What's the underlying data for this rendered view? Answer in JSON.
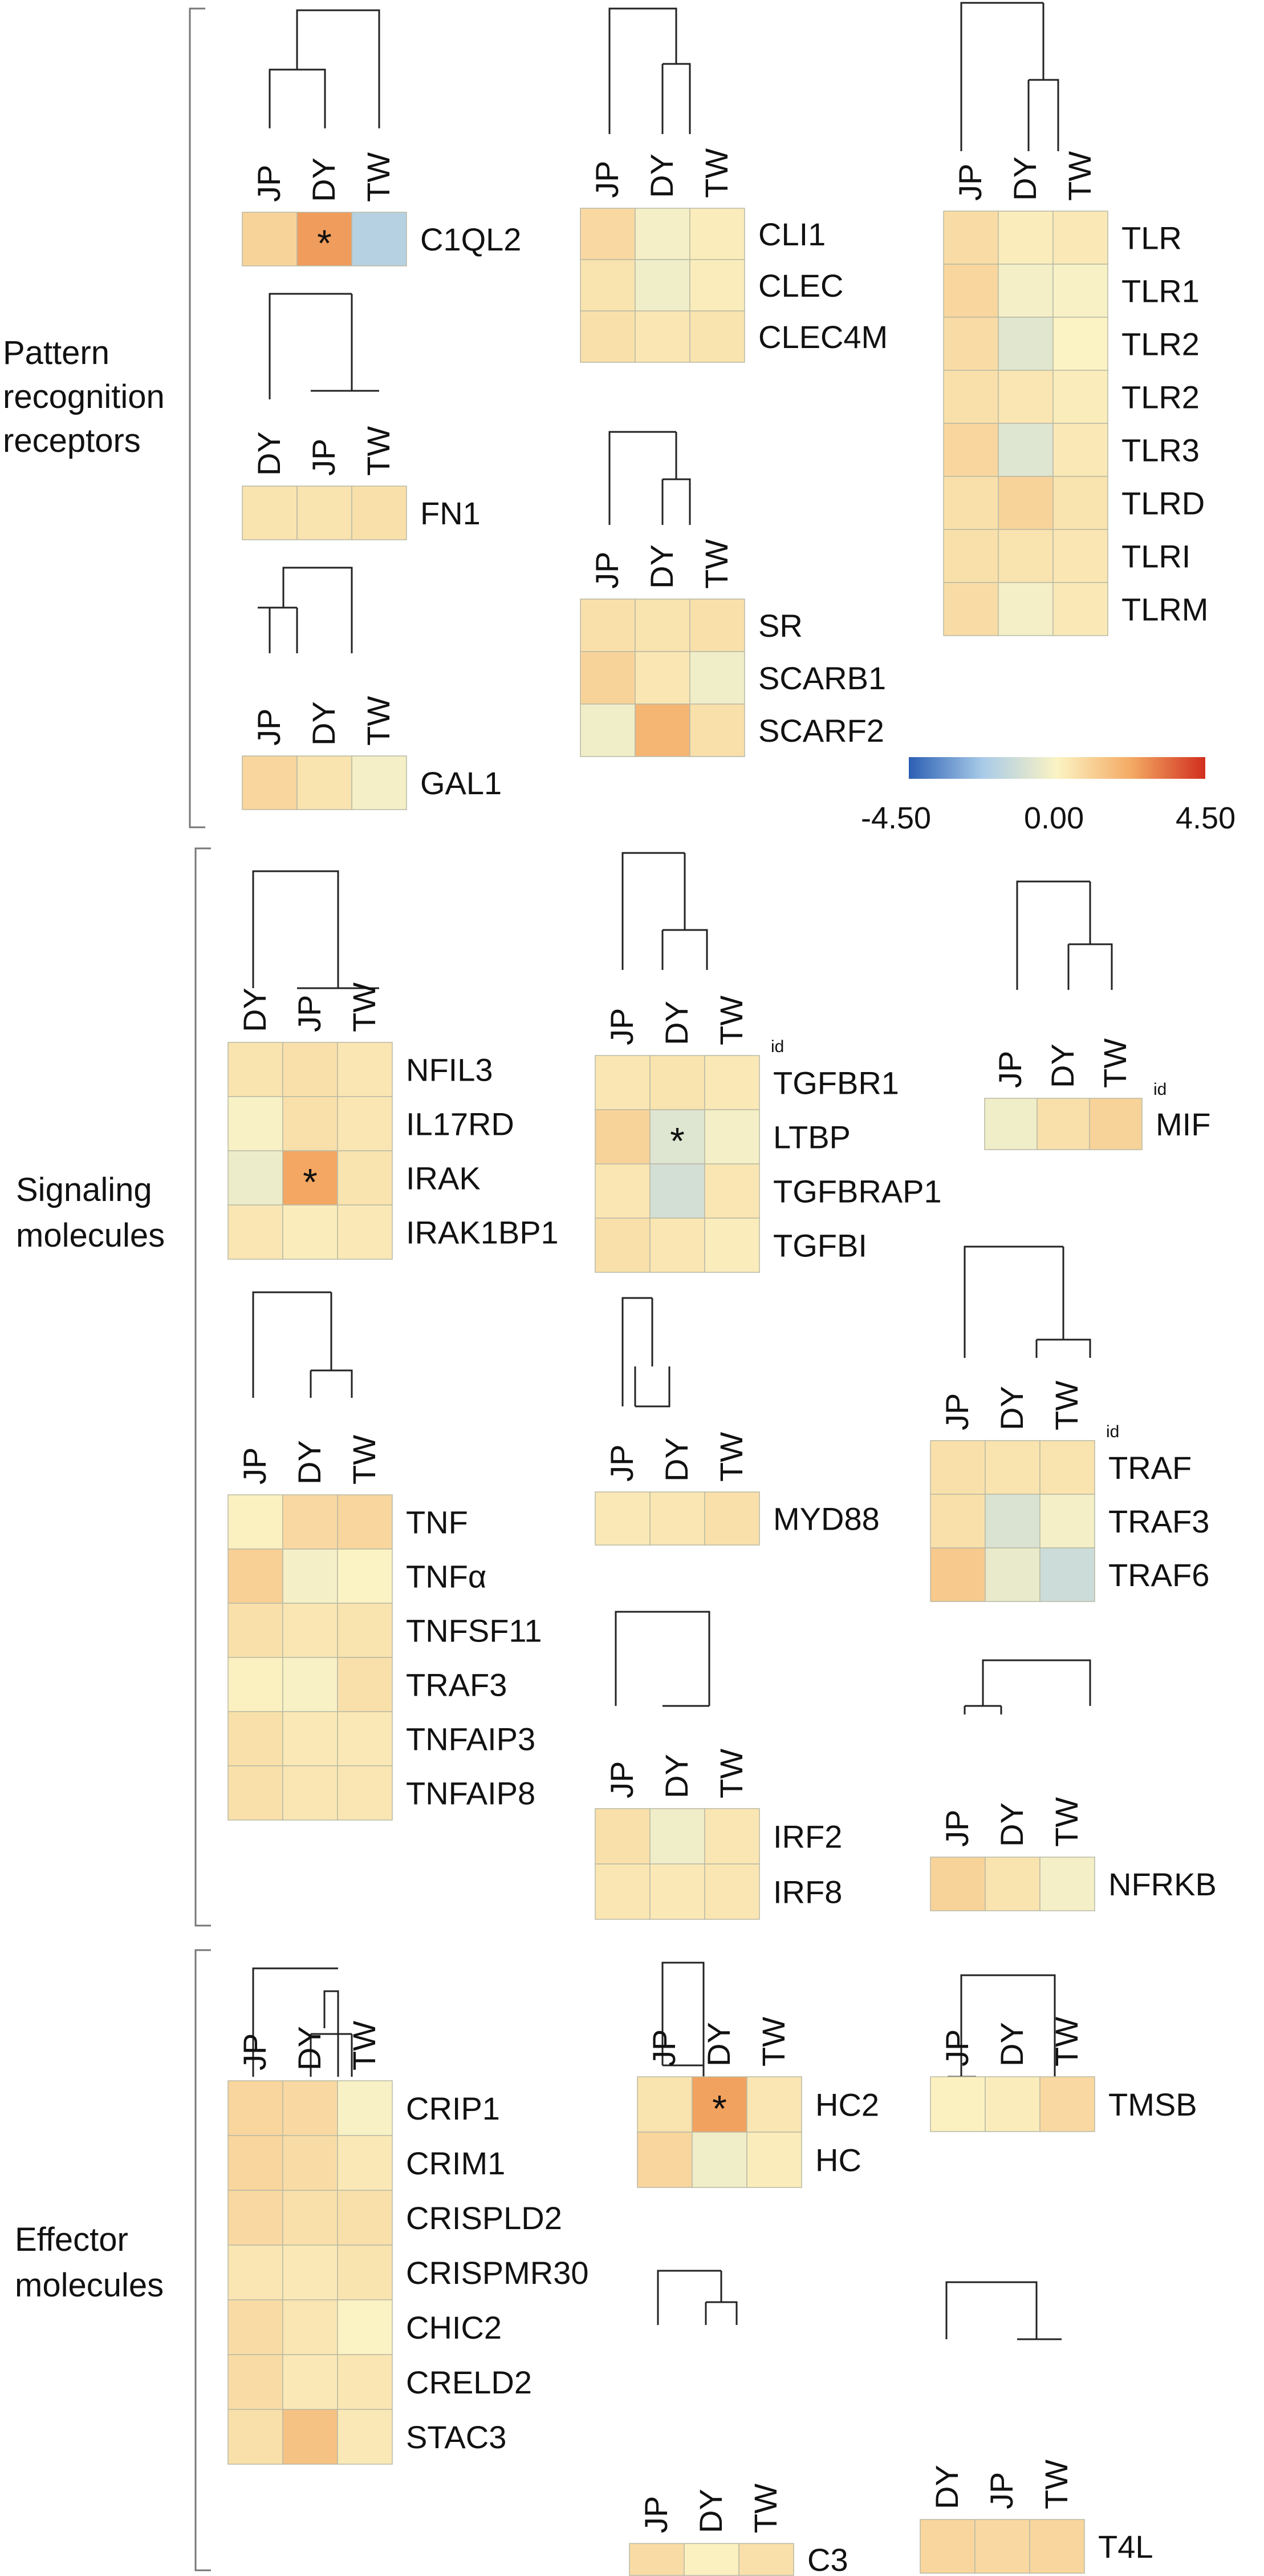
{
  "figure": {
    "groups": [
      {
        "lines": [
          "Pattern",
          "recognition",
          "receptors"
        ]
      },
      {
        "lines": [
          "Signaling",
          "molecules"
        ]
      },
      {
        "lines": [
          "Effector",
          "molecules"
        ]
      }
    ],
    "colorbar": {
      "min_label": "-4.50",
      "mid_label": "0.00",
      "max_label": "4.50"
    }
  },
  "chart_data": {
    "type": "heatmap",
    "color_scale": {
      "min": -4.5,
      "max": 4.5,
      "colors": [
        "#2b5fb4",
        "#a9cbe8",
        "#fbf3c3",
        "#f4aa64",
        "#d12e1e"
      ]
    },
    "panels": [
      {
        "group": "Pattern recognition receptors",
        "columns": [
          "JP",
          "DY",
          "TW"
        ],
        "rows": [
          "C1QL2"
        ],
        "values": [
          [
            1.0,
            2.5,
            -1.9
          ]
        ],
        "marks": [
          [
            null,
            "*",
            null
          ]
        ]
      },
      {
        "group": "Pattern recognition receptors",
        "columns": [
          "DY",
          "JP",
          "TW"
        ],
        "rows": [
          "FN1"
        ],
        "values": [
          [
            0.5,
            0.5,
            0.6
          ]
        ]
      },
      {
        "group": "Pattern recognition receptors",
        "columns": [
          "JP",
          "DY",
          "TW"
        ],
        "rows": [
          "GAL1"
        ],
        "values": [
          [
            0.9,
            0.5,
            -0.2
          ]
        ]
      },
      {
        "group": "Pattern recognition receptors",
        "columns": [
          "JP",
          "DY",
          "TW"
        ],
        "rows": [
          "CLI1",
          "CLEC",
          "CLEC4M"
        ],
        "values": [
          [
            0.8,
            -0.2,
            0.2
          ],
          [
            0.5,
            -0.3,
            0.2
          ],
          [
            0.6,
            0.4,
            0.5
          ]
        ]
      },
      {
        "group": "Pattern recognition receptors",
        "columns": [
          "JP",
          "DY",
          "TW"
        ],
        "rows": [
          "SR",
          "SCARB1",
          "SCARF2"
        ],
        "values": [
          [
            0.6,
            0.5,
            0.6
          ],
          [
            1.0,
            0.4,
            -0.3
          ],
          [
            -0.3,
            1.9,
            0.6
          ]
        ]
      },
      {
        "group": "Pattern recognition receptors",
        "columns": [
          "JP",
          "DY",
          "TW"
        ],
        "rows": [
          "TLR",
          "TLR1",
          "TLR2",
          "TLR2",
          "TLR3",
          "TLRD",
          "TLRI",
          "TLRM"
        ],
        "values": [
          [
            0.7,
            0.2,
            0.3
          ],
          [
            0.9,
            -0.2,
            -0.1
          ],
          [
            0.7,
            -0.7,
            0.0
          ],
          [
            0.6,
            0.4,
            0.2
          ],
          [
            0.9,
            -0.8,
            0.3
          ],
          [
            0.6,
            1.0,
            0.5
          ],
          [
            0.6,
            0.5,
            0.4
          ],
          [
            0.7,
            -0.2,
            0.3
          ]
        ]
      },
      {
        "group": "Signaling molecules",
        "columns": [
          "DY",
          "JP",
          "TW"
        ],
        "rows": [
          "NFIL3",
          "IL17RD",
          "IRAK",
          "IRAK1BP1"
        ],
        "values": [
          [
            0.5,
            0.6,
            0.4
          ],
          [
            -0.1,
            0.6,
            0.4
          ],
          [
            -0.4,
            2.3,
            0.5
          ],
          [
            0.4,
            0.2,
            0.3
          ]
        ],
        "marks": [
          [
            null,
            null,
            null
          ],
          [
            null,
            null,
            null
          ],
          [
            null,
            "*",
            null
          ],
          [
            null,
            null,
            null
          ]
        ]
      },
      {
        "group": "Signaling molecules",
        "columns": [
          "JP",
          "DY",
          "TW"
        ],
        "rows": [
          "TGFBR1",
          "LTBP",
          "TGFBRAP1",
          "TGFBI"
        ],
        "row_notes": [
          "id",
          "",
          "",
          ""
        ],
        "values": [
          [
            0.4,
            0.5,
            0.3
          ],
          [
            1.0,
            -0.8,
            -0.2
          ],
          [
            0.4,
            -1.1,
            0.4
          ],
          [
            0.6,
            0.4,
            0.2
          ]
        ],
        "marks": [
          [
            null,
            null,
            null
          ],
          [
            null,
            "*",
            null
          ],
          [
            null,
            null,
            null
          ],
          [
            null,
            null,
            null
          ]
        ]
      },
      {
        "group": "Signaling molecules",
        "columns": [
          "JP",
          "DY",
          "TW"
        ],
        "rows": [
          "MIF"
        ],
        "row_notes": [
          "id"
        ],
        "values": [
          [
            -0.3,
            0.6,
            1.0
          ]
        ]
      },
      {
        "group": "Signaling molecules",
        "columns": [
          "JP",
          "DY",
          "TW"
        ],
        "rows": [
          "TNF",
          "TNFα",
          "TNFSF11",
          "TRAF3",
          "TNFAIP3",
          "TNFAIP8"
        ],
        "values": [
          [
            0.1,
            0.8,
            0.9
          ],
          [
            1.1,
            -0.2,
            0.0
          ],
          [
            0.6,
            0.4,
            0.5
          ],
          [
            0.1,
            -0.1,
            0.6
          ],
          [
            0.6,
            0.3,
            0.3
          ],
          [
            0.6,
            0.4,
            0.4
          ]
        ]
      },
      {
        "group": "Signaling molecules",
        "columns": [
          "JP",
          "DY",
          "TW"
        ],
        "rows": [
          "MYD88"
        ],
        "values": [
          [
            0.3,
            0.4,
            0.6
          ]
        ]
      },
      {
        "group": "Signaling molecules",
        "columns": [
          "JP",
          "DY",
          "TW"
        ],
        "rows": [
          "IRF2",
          "IRF8"
        ],
        "values": [
          [
            0.6,
            -0.3,
            0.4
          ],
          [
            0.4,
            0.3,
            0.4
          ]
        ]
      },
      {
        "group": "Signaling molecules",
        "columns": [
          "JP",
          "DY",
          "TW"
        ],
        "rows": [
          "TRAF",
          "TRAF3",
          "TRAF6"
        ],
        "row_notes": [
          "id",
          "",
          ""
        ],
        "values": [
          [
            0.6,
            0.5,
            0.5
          ],
          [
            0.6,
            -0.9,
            -0.2
          ],
          [
            1.3,
            -0.5,
            -1.3
          ]
        ]
      },
      {
        "group": "Signaling molecules",
        "columns": [
          "JP",
          "DY",
          "TW"
        ],
        "rows": [
          "NFRKB"
        ],
        "values": [
          [
            1.0,
            0.5,
            -0.2
          ]
        ]
      },
      {
        "group": "Effector molecules",
        "columns": [
          "JP",
          "DY",
          "TW"
        ],
        "rows": [
          "CRIP1",
          "CRIM1",
          "CRISPLD2",
          "CRISPMR30",
          "CHIC2",
          "CRELD2",
          "STAC3"
        ],
        "values": [
          [
            0.9,
            0.8,
            -0.1
          ],
          [
            0.9,
            0.7,
            0.3
          ],
          [
            0.8,
            0.6,
            0.6
          ],
          [
            0.4,
            0.3,
            0.5
          ],
          [
            0.7,
            0.4,
            0.0
          ],
          [
            0.7,
            0.3,
            0.4
          ],
          [
            0.6,
            1.5,
            0.3
          ]
        ]
      },
      {
        "group": "Effector molecules",
        "columns": [
          "JP",
          "DY",
          "TW"
        ],
        "rows": [
          "HC2",
          "HC"
        ],
        "values": [
          [
            0.5,
            2.4,
            0.4
          ],
          [
            0.9,
            -0.3,
            0.2
          ]
        ],
        "marks": [
          [
            null,
            "*",
            null
          ],
          [
            null,
            null,
            null
          ]
        ]
      },
      {
        "group": "Effector molecules",
        "columns": [
          "JP",
          "DY",
          "TW"
        ],
        "rows": [
          "C3"
        ],
        "values": [
          [
            0.7,
            0.1,
            0.6
          ]
        ]
      },
      {
        "group": "Effector molecules",
        "columns": [
          "JP",
          "DY",
          "TW"
        ],
        "rows": [
          "TMSB"
        ],
        "values": [
          [
            0.1,
            0.2,
            0.8
          ]
        ]
      },
      {
        "group": "Effector molecules",
        "columns": [
          "DY",
          "JP",
          "TW"
        ],
        "rows": [
          "T4L"
        ],
        "values": [
          [
            0.9,
            0.8,
            0.9
          ]
        ]
      }
    ]
  }
}
